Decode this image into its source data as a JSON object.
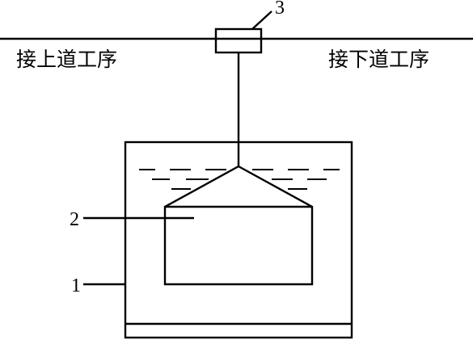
{
  "labels": {
    "left_station": "接上道工序",
    "right_station": "接下道工序",
    "tank_number": "1",
    "workpiece_number": "2",
    "hanger_number": "3"
  }
}
